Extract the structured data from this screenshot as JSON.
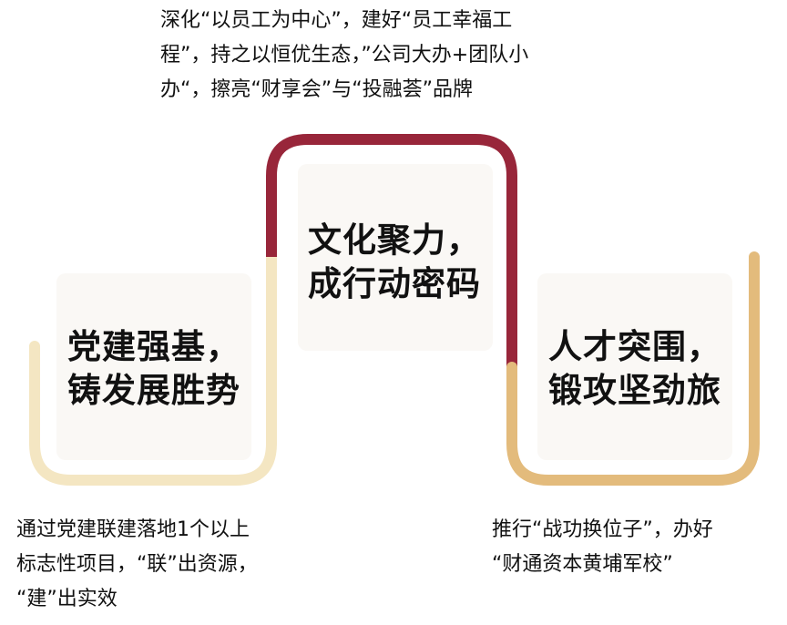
{
  "colors": {
    "cream": "#f4e6c2",
    "crimson": "#98263a",
    "tan": "#e3bb7c",
    "card": "#faf8f5",
    "text": "#111111"
  },
  "top_description": {
    "line1": "深化“以员工为中心”，建好“员工幸福工",
    "line2": "程”，持之以恒优生态，”公司大办+团队小",
    "line3": "办“，擦亮“财享会”与“投融荟”品牌"
  },
  "left_card": {
    "line1": "党建强基，",
    "line2": "铸发展胜势"
  },
  "middle_card": {
    "line1": "文化聚力，",
    "line2": "成行动密码"
  },
  "right_card": {
    "line1": "人才突围，",
    "line2": "锻攻坚劲旅"
  },
  "bottom_left_description": {
    "line1": "通过党建联建落地1个以上",
    "line2": "标志性项目，“联”出资源，",
    "line3": "“建”出实效"
  },
  "bottom_right_description": {
    "line1": "推行“战功换位子”，办好",
    "line2": "“财通资本黄埔军校”"
  }
}
